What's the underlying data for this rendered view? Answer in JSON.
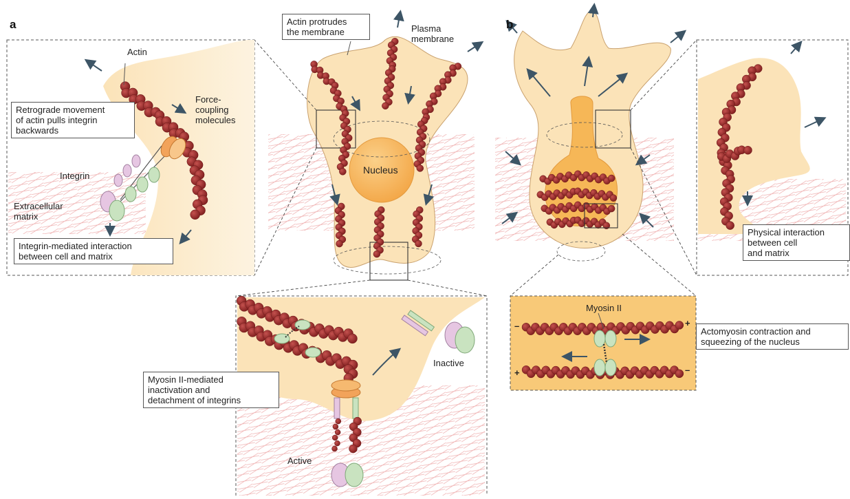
{
  "panels": {
    "a": {
      "letter": "a",
      "labels": {
        "actin_protrudes": [
          "Actin protrudes",
          "the membrane"
        ],
        "plasma_membrane": [
          "Plasma",
          "membrane"
        ],
        "nucleus": "Nucleus",
        "actin": "Actin",
        "retrograde": [
          "Retrograde movement",
          "of actin pulls integrin",
          "backwards"
        ],
        "force_coupling": [
          "Force-",
          "coupling",
          "molecules"
        ],
        "integrin": "Integrin",
        "extracellular_matrix": [
          "Extracellular",
          "matrix"
        ],
        "integrin_mediated": [
          "Integrin-mediated interaction",
          "between cell and matrix"
        ],
        "myosin_mediated": [
          "Myosin II-mediated",
          "inactivation and",
          "detachment of integrins"
        ],
        "inactive": "Inactive",
        "active": "Active"
      }
    },
    "b": {
      "letter": "b",
      "labels": {
        "physical_interaction": [
          "Physical interaction",
          "between cell",
          "and matrix"
        ],
        "myosin_ii": "Myosin II",
        "actomyosin": [
          "Actomyosin contraction and",
          "squeezing of the nucleus"
        ],
        "plus": "+",
        "minus": "–"
      }
    }
  },
  "colors": {
    "cell_fill": "#fbe3b8",
    "actin_bead": "#9e2a2a",
    "nucleus": "#f6b757",
    "integrin_pink": "#e6c6e2",
    "integrin_green": "#c9e3c0",
    "coupling": "#f2a35a",
    "matrix_lines": "#f0b8b8",
    "arrow": "#3d5566",
    "contraction_box": "#f8c978"
  }
}
